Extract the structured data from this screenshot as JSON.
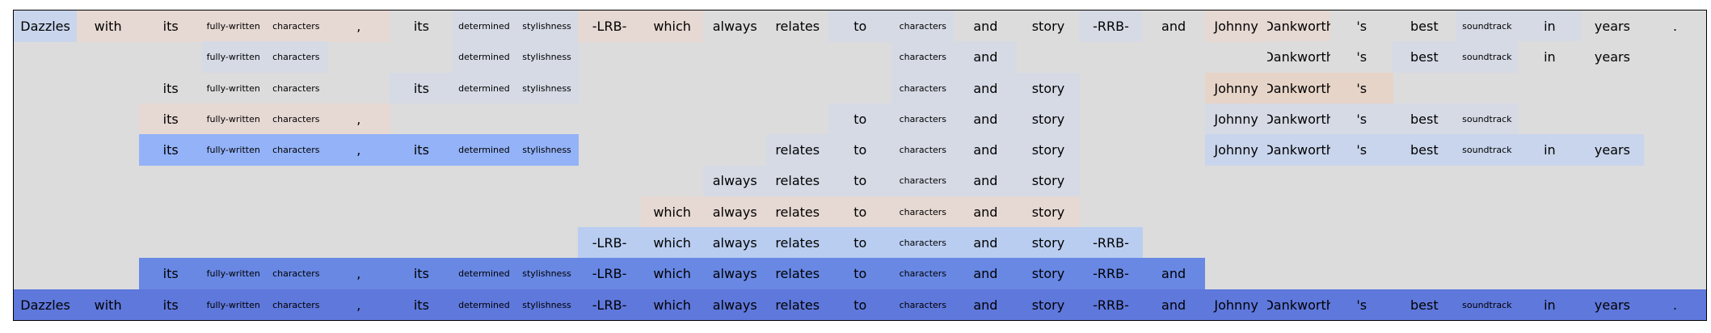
{
  "tokens": [
    "Dazzles",
    "with",
    "its",
    "fully-written",
    "characters",
    ",",
    "its",
    "determined",
    "stylishness",
    "-LRB-",
    "which",
    "always",
    "relates",
    "to",
    "characters",
    "and",
    "story",
    "-RRB-",
    "and",
    "Johnny",
    "Dankworth",
    "'s",
    "best",
    "soundtrack",
    "in",
    "years",
    "."
  ],
  "small_tokens": [
    "fully-written",
    "characters",
    "determined",
    "stylishness",
    "soundtrack"
  ],
  "colors": {
    "background": "#dcdcdc",
    "light_blue": "#c8d5ec",
    "pale_blue": "#d5dae5",
    "peach": "#e6d8d2",
    "mid_blue": "#b9cdf1",
    "bright_blue": "#93b2f7",
    "strong_blue": "#6888e4",
    "deep_blue": "#5f78dc",
    "tan": "#e7d4c8"
  },
  "rows": [
    {
      "cells": [
        {
          "t": 0,
          "c": "light_blue"
        },
        {
          "t": 1,
          "c": "peach"
        },
        {
          "t": 2,
          "c": "peach"
        },
        {
          "t": 3,
          "c": "peach"
        },
        {
          "t": 4,
          "c": "peach"
        },
        {
          "t": 5,
          "c": "peach"
        },
        {
          "t": 6,
          "c": "background"
        },
        {
          "t": 7,
          "c": "pale_blue"
        },
        {
          "t": 8,
          "c": "pale_blue"
        },
        {
          "t": 9,
          "c": "peach"
        },
        {
          "t": 10,
          "c": "peach"
        },
        {
          "t": 11,
          "c": "background"
        },
        {
          "t": 12,
          "c": "background"
        },
        {
          "t": 13,
          "c": "pale_blue"
        },
        {
          "t": 14,
          "c": "pale_blue"
        },
        {
          "t": 15,
          "c": "background"
        },
        {
          "t": 16,
          "c": "background"
        },
        {
          "t": 17,
          "c": "pale_blue"
        },
        {
          "t": 18,
          "c": "background"
        },
        {
          "t": 19,
          "c": "peach"
        },
        {
          "t": 20,
          "c": "peach"
        },
        {
          "t": 21,
          "c": "background"
        },
        {
          "t": 22,
          "c": "background"
        },
        {
          "t": 23,
          "c": "pale_blue"
        },
        {
          "t": 24,
          "c": "pale_blue"
        },
        {
          "t": 25,
          "c": "background"
        },
        {
          "t": 26,
          "c": "background"
        }
      ]
    },
    {
      "cells": [
        {
          "t": 3,
          "c": "pale_blue"
        },
        {
          "t": 4,
          "c": "pale_blue"
        },
        {
          "t": 7,
          "c": "pale_blue"
        },
        {
          "t": 8,
          "c": "pale_blue"
        },
        {
          "t": 14,
          "c": "pale_blue"
        },
        {
          "t": 15,
          "c": "pale_blue"
        },
        {
          "t": 20,
          "c": "background"
        },
        {
          "t": 21,
          "c": "background"
        },
        {
          "t": 22,
          "c": "pale_blue"
        },
        {
          "t": 23,
          "c": "pale_blue"
        },
        {
          "t": 24,
          "c": "background"
        },
        {
          "t": 25,
          "c": "background"
        }
      ]
    },
    {
      "cells": [
        {
          "t": 2,
          "c": "background"
        },
        {
          "t": 3,
          "c": "background"
        },
        {
          "t": 4,
          "c": "background"
        },
        {
          "t": 6,
          "c": "pale_blue"
        },
        {
          "t": 7,
          "c": "pale_blue"
        },
        {
          "t": 8,
          "c": "pale_blue"
        },
        {
          "t": 14,
          "c": "pale_blue"
        },
        {
          "t": 15,
          "c": "pale_blue"
        },
        {
          "t": 16,
          "c": "pale_blue"
        },
        {
          "t": 19,
          "c": "tan"
        },
        {
          "t": 20,
          "c": "tan"
        },
        {
          "t": 21,
          "c": "tan"
        }
      ]
    },
    {
      "cells": [
        {
          "t": 2,
          "c": "peach"
        },
        {
          "t": 3,
          "c": "peach"
        },
        {
          "t": 4,
          "c": "peach"
        },
        {
          "t": 5,
          "c": "peach"
        },
        {
          "t": 13,
          "c": "pale_blue"
        },
        {
          "t": 14,
          "c": "pale_blue"
        },
        {
          "t": 15,
          "c": "pale_blue"
        },
        {
          "t": 16,
          "c": "pale_blue"
        },
        {
          "t": 19,
          "c": "pale_blue"
        },
        {
          "t": 20,
          "c": "pale_blue"
        },
        {
          "t": 21,
          "c": "pale_blue"
        },
        {
          "t": 22,
          "c": "pale_blue"
        },
        {
          "t": 23,
          "c": "pale_blue"
        }
      ]
    },
    {
      "cells": [
        {
          "t": 2,
          "c": "bright_blue"
        },
        {
          "t": 3,
          "c": "bright_blue"
        },
        {
          "t": 4,
          "c": "bright_blue"
        },
        {
          "t": 5,
          "c": "bright_blue"
        },
        {
          "t": 6,
          "c": "bright_blue"
        },
        {
          "t": 7,
          "c": "bright_blue"
        },
        {
          "t": 8,
          "c": "bright_blue"
        },
        {
          "t": 12,
          "c": "pale_blue"
        },
        {
          "t": 13,
          "c": "pale_blue"
        },
        {
          "t": 14,
          "c": "pale_blue"
        },
        {
          "t": 15,
          "c": "pale_blue"
        },
        {
          "t": 16,
          "c": "pale_blue"
        },
        {
          "t": 19,
          "c": "light_blue"
        },
        {
          "t": 20,
          "c": "light_blue"
        },
        {
          "t": 21,
          "c": "light_blue"
        },
        {
          "t": 22,
          "c": "light_blue"
        },
        {
          "t": 23,
          "c": "light_blue"
        },
        {
          "t": 24,
          "c": "light_blue"
        },
        {
          "t": 25,
          "c": "light_blue"
        }
      ]
    },
    {
      "cells": [
        {
          "t": 11,
          "c": "pale_blue"
        },
        {
          "t": 12,
          "c": "pale_blue"
        },
        {
          "t": 13,
          "c": "pale_blue"
        },
        {
          "t": 14,
          "c": "pale_blue"
        },
        {
          "t": 15,
          "c": "pale_blue"
        },
        {
          "t": 16,
          "c": "pale_blue"
        }
      ]
    },
    {
      "cells": [
        {
          "t": 10,
          "c": "peach"
        },
        {
          "t": 11,
          "c": "peach"
        },
        {
          "t": 12,
          "c": "peach"
        },
        {
          "t": 13,
          "c": "peach"
        },
        {
          "t": 14,
          "c": "peach"
        },
        {
          "t": 15,
          "c": "peach"
        },
        {
          "t": 16,
          "c": "peach"
        }
      ]
    },
    {
      "cells": [
        {
          "t": 9,
          "c": "mid_blue"
        },
        {
          "t": 10,
          "c": "mid_blue"
        },
        {
          "t": 11,
          "c": "mid_blue"
        },
        {
          "t": 12,
          "c": "mid_blue"
        },
        {
          "t": 13,
          "c": "mid_blue"
        },
        {
          "t": 14,
          "c": "mid_blue"
        },
        {
          "t": 15,
          "c": "mid_blue"
        },
        {
          "t": 16,
          "c": "mid_blue"
        },
        {
          "t": 17,
          "c": "mid_blue"
        }
      ]
    },
    {
      "cells": [
        {
          "t": 2,
          "c": "strong_blue"
        },
        {
          "t": 3,
          "c": "strong_blue"
        },
        {
          "t": 4,
          "c": "strong_blue"
        },
        {
          "t": 5,
          "c": "strong_blue"
        },
        {
          "t": 6,
          "c": "strong_blue"
        },
        {
          "t": 7,
          "c": "strong_blue"
        },
        {
          "t": 8,
          "c": "strong_blue"
        },
        {
          "t": 9,
          "c": "strong_blue"
        },
        {
          "t": 10,
          "c": "strong_blue"
        },
        {
          "t": 11,
          "c": "strong_blue"
        },
        {
          "t": 12,
          "c": "strong_blue"
        },
        {
          "t": 13,
          "c": "strong_blue"
        },
        {
          "t": 14,
          "c": "strong_blue"
        },
        {
          "t": 15,
          "c": "strong_blue"
        },
        {
          "t": 16,
          "c": "strong_blue"
        },
        {
          "t": 17,
          "c": "strong_blue"
        },
        {
          "t": 18,
          "c": "strong_blue"
        }
      ]
    },
    {
      "cells": [
        {
          "t": 0,
          "c": "deep_blue"
        },
        {
          "t": 1,
          "c": "deep_blue"
        },
        {
          "t": 2,
          "c": "deep_blue"
        },
        {
          "t": 3,
          "c": "deep_blue"
        },
        {
          "t": 4,
          "c": "deep_blue"
        },
        {
          "t": 5,
          "c": "deep_blue"
        },
        {
          "t": 6,
          "c": "deep_blue"
        },
        {
          "t": 7,
          "c": "deep_blue"
        },
        {
          "t": 8,
          "c": "deep_blue"
        },
        {
          "t": 9,
          "c": "deep_blue"
        },
        {
          "t": 10,
          "c": "deep_blue"
        },
        {
          "t": 11,
          "c": "deep_blue"
        },
        {
          "t": 12,
          "c": "deep_blue"
        },
        {
          "t": 13,
          "c": "deep_blue"
        },
        {
          "t": 14,
          "c": "deep_blue"
        },
        {
          "t": 15,
          "c": "deep_blue"
        },
        {
          "t": 16,
          "c": "deep_blue"
        },
        {
          "t": 17,
          "c": "deep_blue"
        },
        {
          "t": 18,
          "c": "deep_blue"
        },
        {
          "t": 19,
          "c": "deep_blue"
        },
        {
          "t": 20,
          "c": "deep_blue"
        },
        {
          "t": 21,
          "c": "deep_blue"
        },
        {
          "t": 22,
          "c": "deep_blue"
        },
        {
          "t": 23,
          "c": "deep_blue"
        },
        {
          "t": 24,
          "c": "deep_blue"
        },
        {
          "t": 25,
          "c": "deep_blue"
        },
        {
          "t": 26,
          "c": "deep_blue"
        }
      ]
    }
  ]
}
